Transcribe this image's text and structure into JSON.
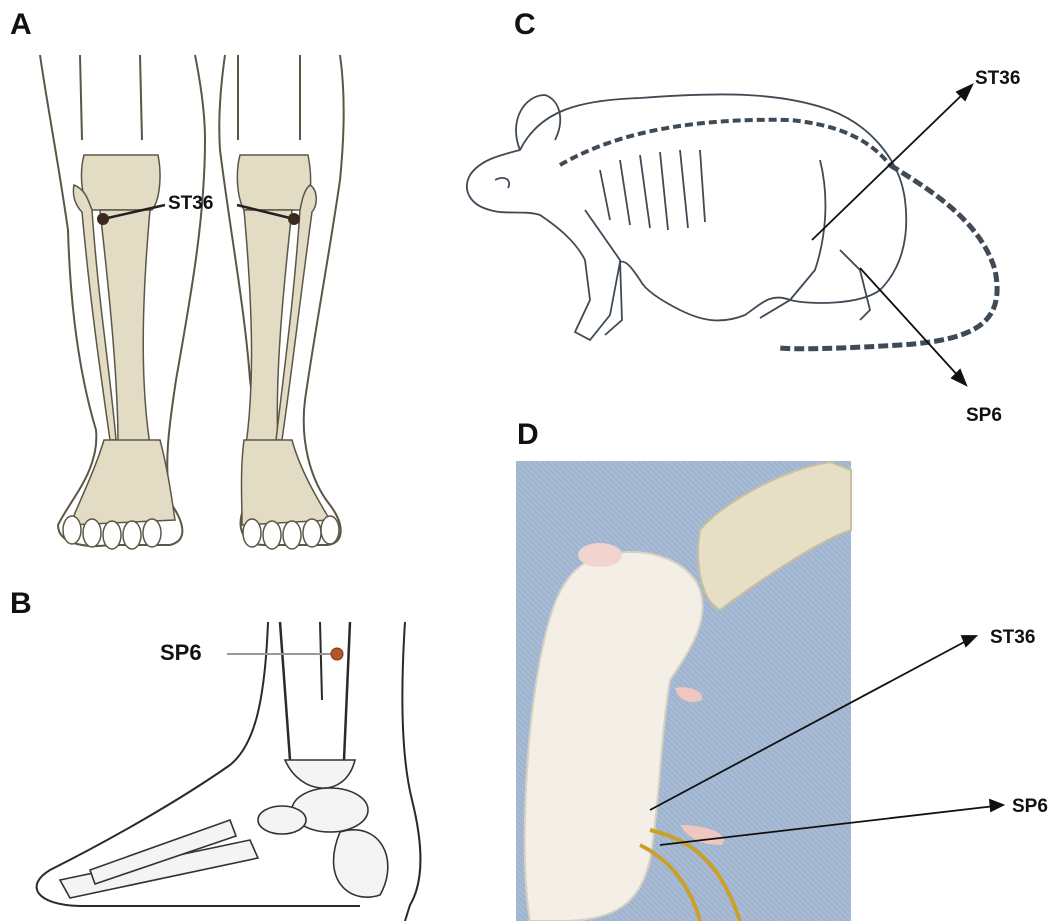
{
  "panels": {
    "a": {
      "letter": "A",
      "label": "ST36"
    },
    "b": {
      "letter": "B",
      "label": "SP6"
    },
    "c": {
      "letter": "C",
      "label_st36": "ST36",
      "label_sp6": "SP6"
    },
    "d": {
      "letter": "D",
      "label_st36": "ST36",
      "label_sp6": "SP6"
    }
  },
  "colors": {
    "bone_fill": "#e3dcc5",
    "outline": "#5c5647",
    "acupoint_a": "#3b2a1e",
    "acupoint_b": "#b5562a",
    "photo_bg": "#a3b6d2"
  }
}
